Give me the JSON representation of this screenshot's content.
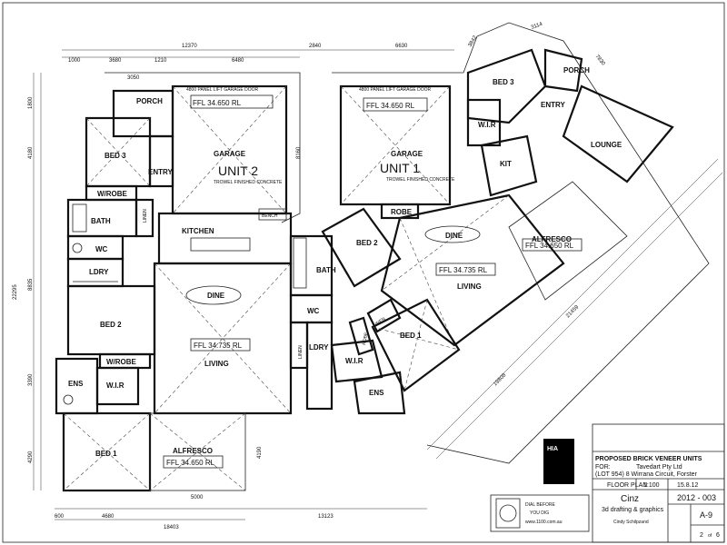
{
  "dimensions": {
    "top_overall": [
      "12370",
      "2840",
      "6630"
    ],
    "top_parts": [
      "1000",
      "3680",
      "1210",
      "6480",
      "3050"
    ],
    "bottom_overall": [
      "18403",
      "13123"
    ],
    "bottom_parts": [
      "600",
      "4680",
      "5000"
    ],
    "left": [
      "1800",
      "4180",
      "22295",
      "8835",
      "3390",
      "4290"
    ],
    "right_side": [
      "4190",
      "8160"
    ],
    "diagonal": [
      "3842",
      "3114",
      "7830",
      "21459",
      "19808"
    ]
  },
  "unit2": {
    "label": "UNIT 2",
    "garage_door": "4800 PANEL LIFT GARAGE DOOR",
    "garage_ffl": "FFL 34.650 RL",
    "garage_floor": "TROWEL FINISHED CONCRETE",
    "living_ffl": "FFL 34.735 RL",
    "alfresco_ffl": "FFL 34.650 RL",
    "rooms": {
      "porch": "PORCH",
      "garage": "GARAGE",
      "bed3": "BED 3",
      "entry": "ENTRY",
      "wrobe_top": "W/ROBE",
      "bath": "BATH",
      "linen_top": "LINEN",
      "wc": "WC",
      "ldry": "LDRY",
      "kitchen": "KITCHEN",
      "bench": "BENCH",
      "dine": "DINE",
      "bed2": "BED 2",
      "living": "LIVING",
      "wrobe_lower": "W/ROBE",
      "ens": "ENS",
      "wir": "W.I.R",
      "bed1": "BED 1",
      "alfresco": "ALFRESCO"
    }
  },
  "unit1": {
    "label": "UNIT 1",
    "garage_door": "4800 PANEL LIFT GARAGE DOOR",
    "garage_ffl": "FFL 34.650 RL",
    "garage_floor": "TROWEL FINISHED CONCRETE",
    "living_ffl": "FFL 34.735 RL",
    "alfresco_ffl": "FFL 34.650 RL",
    "rooms": {
      "garage": "GARAGE",
      "bed3": "BED 3",
      "porch": "PORCH",
      "wir_top": "W.I.R",
      "entry": "ENTRY",
      "lounge": "LOUNGE",
      "kit": "KIT",
      "robe": "ROBE",
      "bed2": "BED 2",
      "dine": "DINE",
      "alfresco": "ALFRESCO",
      "living": "LIVING",
      "bath": "BATH",
      "wc": "WC",
      "linen": "LINEN",
      "ldry": "LDRY",
      "robe2": "ROBE",
      "linen2": "LINEN",
      "bed1": "BED 1",
      "wir": "W.I.R",
      "ens": "ENS"
    }
  },
  "title_block": {
    "project": "PROPOSED BRICK VENEER UNITS",
    "for_label": "FOR:",
    "client": "Tavedart Pty Ltd",
    "lot": "(LOT 954)  8 Wirrana Circuit, Forster",
    "sheet_name": "FLOOR PLAN",
    "scale": "1:100",
    "date": "15.8.12",
    "firm": "Cinz",
    "firm_sub": "3d drafting & graphics",
    "designer": "Cindy Schilpzand",
    "job_no": "2012 - 003",
    "drawing_no": "A-9",
    "sheet": "2",
    "sheet_of": "of",
    "sheet_total": "6",
    "hia": "HIA",
    "dial_line1": "DIAL BEFORE",
    "dial_line2": "YOU DIG",
    "dial_url": "www.1100.com.au"
  }
}
